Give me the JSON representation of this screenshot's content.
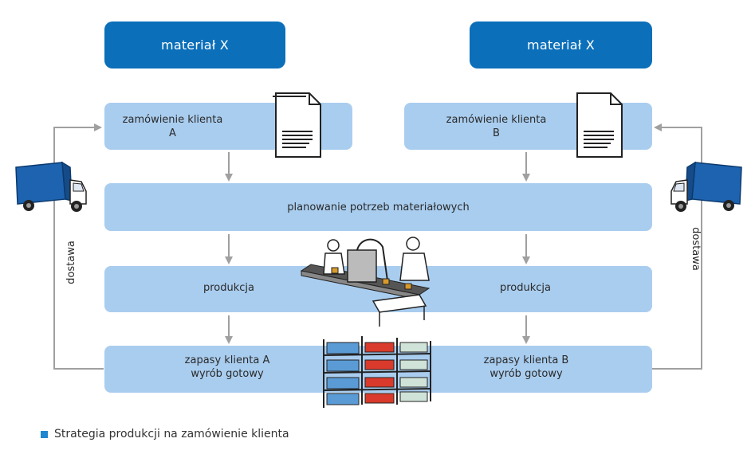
{
  "headers": {
    "left": "materiał X",
    "right": "materiał X"
  },
  "orders": {
    "left_line1": "zamówienie klienta",
    "left_line2": "A",
    "right_line1": "zamówienie klienta",
    "right_line2": "B"
  },
  "planning": "planowanie potrzeb materiałowych",
  "production": {
    "left": "produkcja",
    "right": "produkcja"
  },
  "stock": {
    "left_line1": "zapasy klienta A",
    "left_line2": "wyrób gotowy",
    "right_line1": "zapasy klienta B",
    "right_line2": "wyrób gotowy"
  },
  "delivery": {
    "left": "dostawa",
    "right": "dostawa"
  },
  "caption": "Strategia produkcji na zamówienie klienta",
  "colors": {
    "header_blue": "#0b6fba",
    "box_light_blue": "#a9cdef",
    "arrow_gray": "#a0a0a0",
    "truck_blue": "#1d63b0"
  },
  "icons": [
    "document-icon",
    "truck-icon",
    "production-line-icon",
    "warehouse-shelves-icon"
  ]
}
